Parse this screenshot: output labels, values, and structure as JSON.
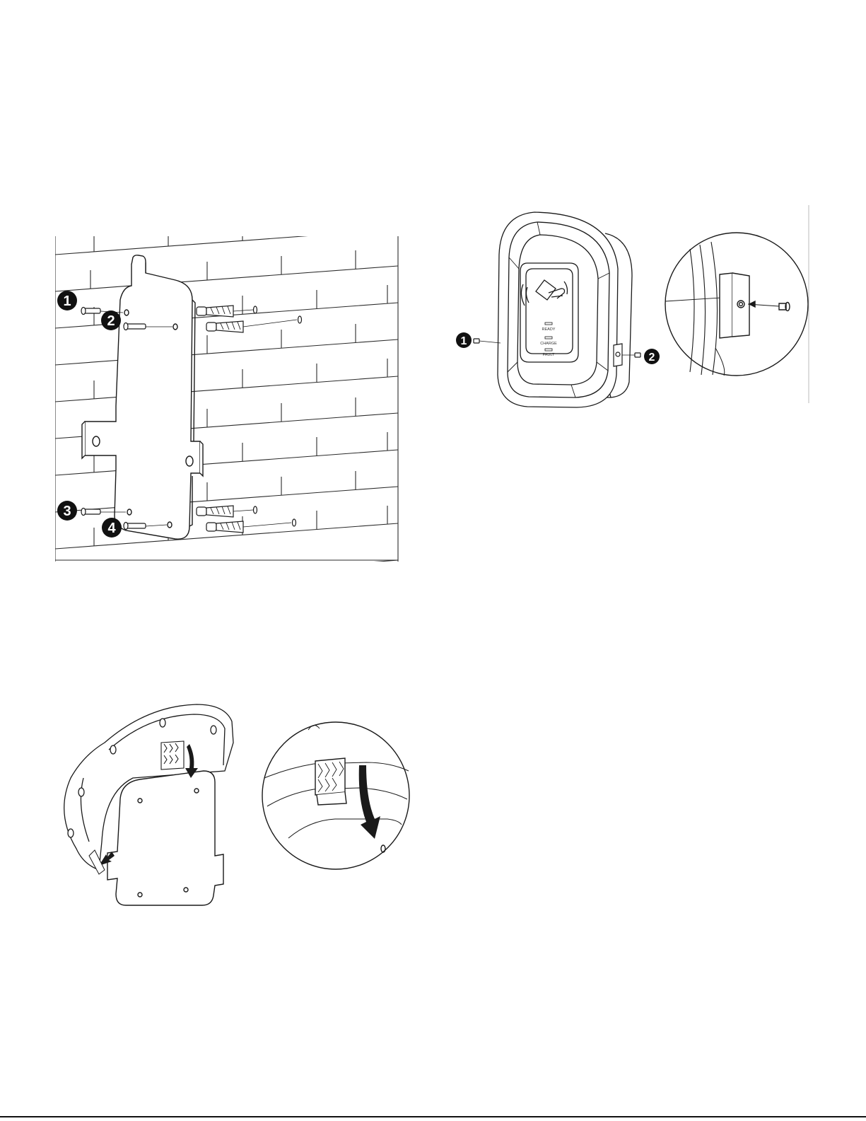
{
  "figure_wall": {
    "callouts": [
      "1",
      "2",
      "3",
      "4"
    ]
  },
  "figure_charger": {
    "callouts": [
      "1",
      "2"
    ],
    "led_labels": [
      "READY",
      "CHARGE",
      "FAULT"
    ]
  },
  "figure_back": {},
  "colors": {
    "line": "#1a1a1a",
    "fill": "#ffffff",
    "hatch": "#3a3a3a",
    "badge": "#111111"
  }
}
